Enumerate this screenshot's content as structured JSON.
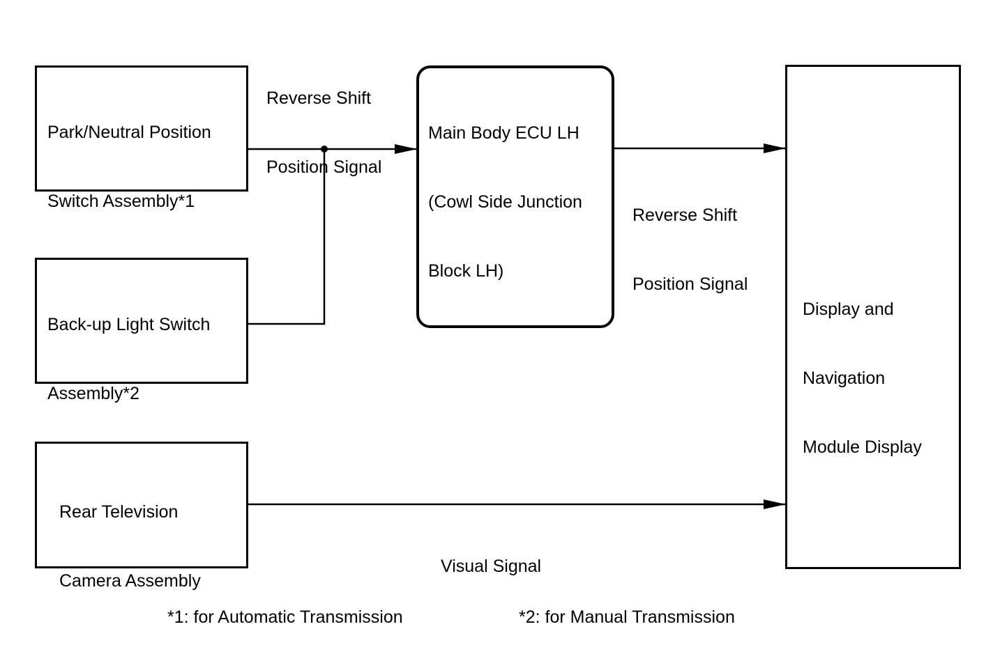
{
  "blocks": {
    "park_neutral": {
      "lines": [
        "Park/Neutral Position",
        "Switch Assembly*1"
      ]
    },
    "backup_light": {
      "lines": [
        "Back-up Light Switch",
        "Assembly*2"
      ]
    },
    "rear_camera": {
      "lines": [
        "Rear Television",
        "Camera Assembly"
      ]
    },
    "main_body_ecu": {
      "lines": [
        "Main Body ECU LH",
        "(Cowl Side Junction",
        "Block LH)"
      ]
    },
    "display_nav": {
      "lines": [
        "Display and",
        "Navigation",
        "Module Display"
      ]
    }
  },
  "signals": {
    "reverse_in": {
      "lines": [
        "Reverse Shift",
        "Position Signal"
      ]
    },
    "reverse_out": {
      "lines": [
        "Reverse Shift",
        "Position Signal"
      ]
    },
    "visual": {
      "lines": [
        "Visual Signal"
      ]
    }
  },
  "footnotes": {
    "note1": "*1: for Automatic Transmission",
    "note2": "*2: for Manual Transmission"
  }
}
